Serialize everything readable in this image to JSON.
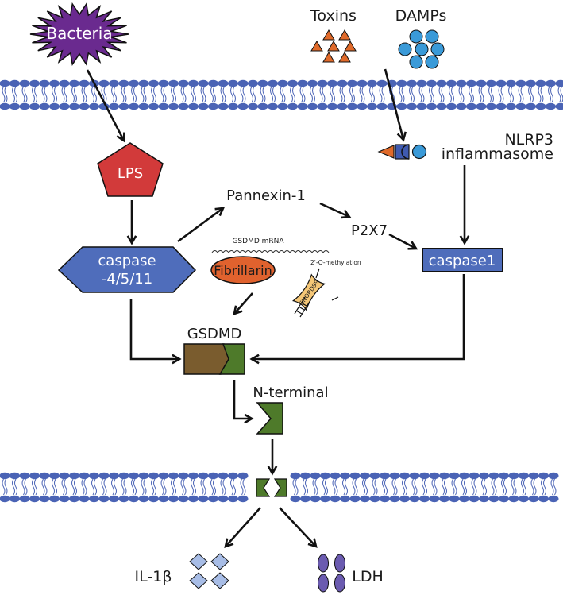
{
  "title": "Pyroptosis signaling pathway",
  "colors": {
    "membrane": "#4a63b5",
    "bacteria": "#6a2a8f",
    "lps": "#d23a3a",
    "caspase": "#4f6dbb",
    "toxin": "#e06a2a",
    "damp": "#3a9ad8",
    "nlrp3_square": "#3f5ab0",
    "fibrillarin": "#e0622e",
    "snord99": "#f5c777",
    "gsdmd_c": "#7a5c2e",
    "gsdmd_n": "#4e7a2a",
    "il1b": "#a8bde6",
    "ldh": "#6b5bb0",
    "arrow": "#111111"
  },
  "nodes": {
    "bacteria": "Bacteria",
    "toxins": "Toxins",
    "damps": "DAMPs",
    "lps": "LPS",
    "nlrp3_line1": "NLRP3",
    "nlrp3_line2": "inflammasome",
    "pannexin": "Pannexin-1",
    "p2x7": "P2X7",
    "caspase4_line1": "caspase",
    "caspase4_line2": "-4/5/11",
    "caspase1": "caspase1",
    "gsdmd_mrna": "GSDMD mRNA",
    "fibrillarin": "Fibrillarin",
    "methylation": "2'-O-methylation",
    "snord99": "SNORD99",
    "gsdmd": "GSDMD",
    "n_terminal": "N-terminal",
    "il1b": "IL-1β",
    "ldh": "LDH"
  }
}
